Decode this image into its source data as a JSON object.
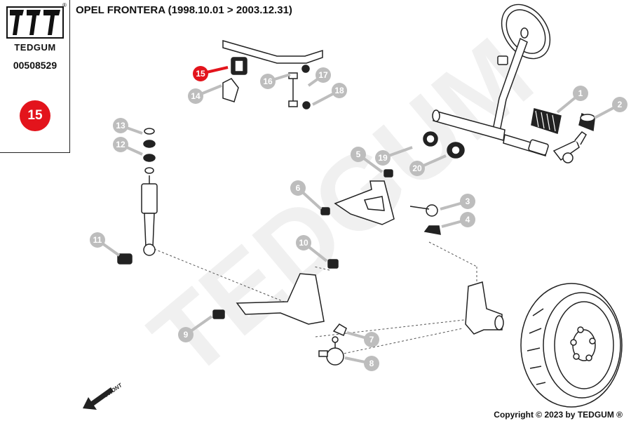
{
  "brand": {
    "name": "TEDGUM",
    "registered_mark": "®",
    "part_number": "00508529",
    "selected_part": "15"
  },
  "header": {
    "title": "OPEL FRONTERA (1998.10.01 > 2003.12.31)"
  },
  "footer": {
    "copyright": "Copyright © 2023 by TEDGUM ®"
  },
  "diagram": {
    "front_label": "FRONT",
    "colors": {
      "callout": "#bdbdbd",
      "highlight": "#e3141c",
      "line": "#222222",
      "watermark": "#f0f0f0"
    },
    "callouts": [
      "1",
      "2",
      "3",
      "4",
      "5",
      "6",
      "7",
      "8",
      "9",
      "10",
      "11",
      "12",
      "13",
      "14",
      "15",
      "16",
      "17",
      "18",
      "19",
      "20"
    ]
  }
}
